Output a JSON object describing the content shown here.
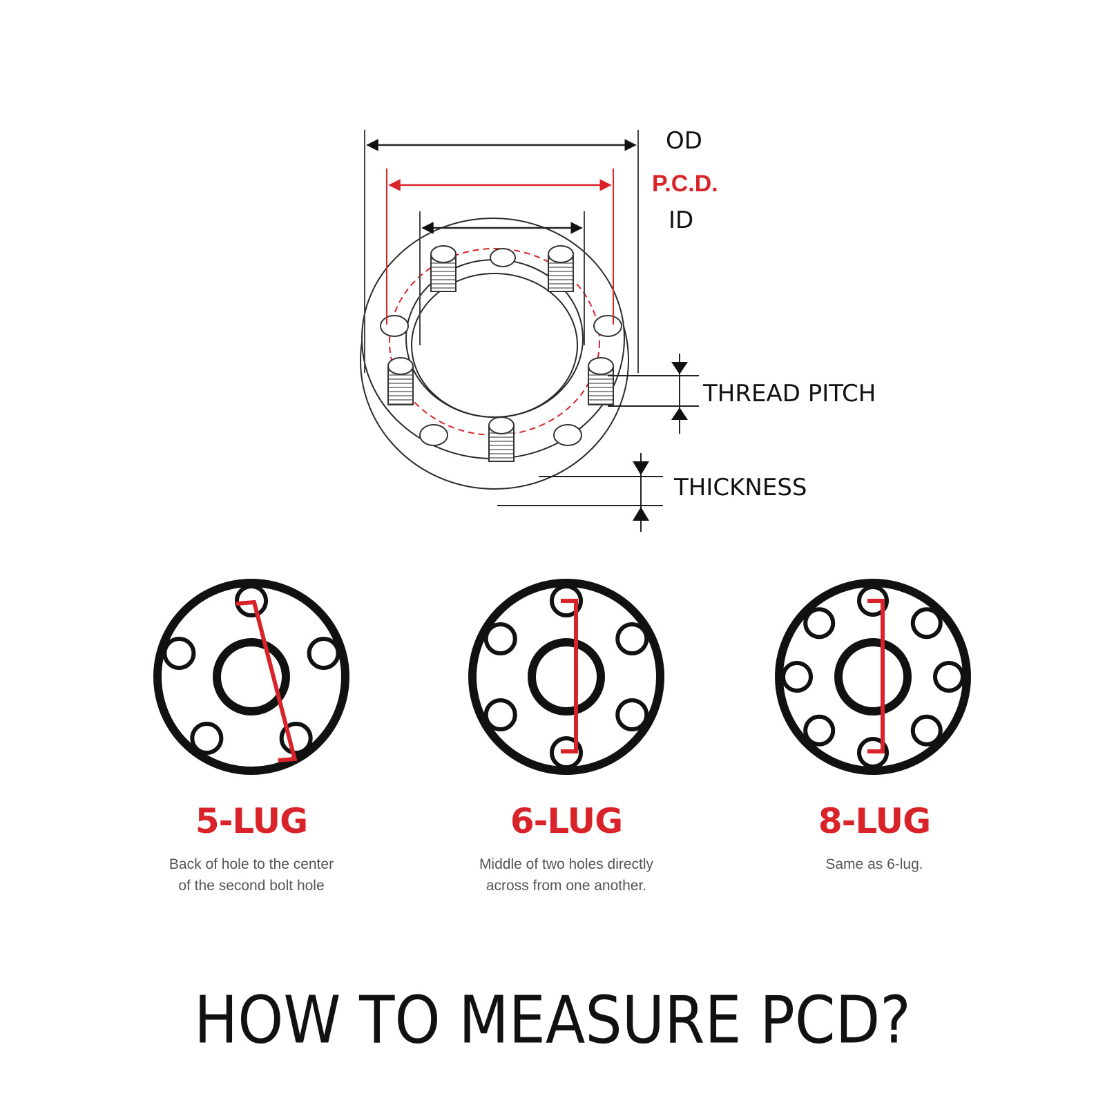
{
  "labels": {
    "od": "OD",
    "pcd": "P.C.D.",
    "id": "ID",
    "thread_pitch": "THREAD PITCH",
    "thickness": "THICKNESS"
  },
  "lugs": [
    {
      "title": "5-LUG",
      "lines": [
        "Back of hole to the center",
        "of the second bolt hole"
      ]
    },
    {
      "title": "6-LUG",
      "lines": [
        "Middle of two holes directly",
        "across from one another."
      ]
    },
    {
      "title": "8-LUG",
      "lines": [
        "Same as 6-lug."
      ]
    }
  ],
  "title": "HOW TO MEASURE PCD?",
  "colors": {
    "accent": "#d8232a",
    "ink": "#111111",
    "caption": "#555555"
  }
}
